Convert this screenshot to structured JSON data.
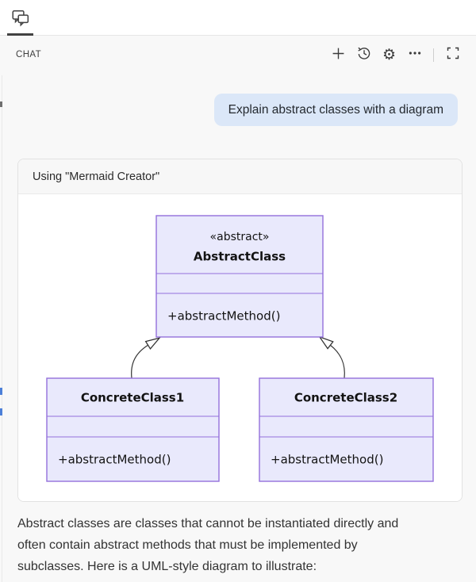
{
  "tabbar": {
    "active_tab_icon": "comment-discussion"
  },
  "panel_header": {
    "title": "CHAT",
    "action_icons": [
      "plus",
      "history",
      "gear",
      "ellipsis",
      "screen-full"
    ]
  },
  "glyphs": {
    "gear": "⚙"
  },
  "chat": {
    "user_message": "Explain abstract classes with a diagram",
    "tool_card": {
      "header": "Using \"Mermaid Creator\""
    },
    "response_paragraph": "Abstract classes are classes that cannot be instantiated directly and\noften contain abstract methods that must be implemented by\nsubclasses. Here is a UML-style diagram to illustrate:"
  },
  "diagram": {
    "type": "uml-class-diagram",
    "classes": [
      {
        "annotation": "«abstract»",
        "name": "AbstractClass",
        "attributes": [],
        "methods": [
          "+abstractMethod()"
        ]
      },
      {
        "name": "ConcreteClass1",
        "attributes": [],
        "methods": [
          "+abstractMethod()"
        ]
      },
      {
        "name": "ConcreteClass2",
        "attributes": [],
        "methods": [
          "+abstractMethod()"
        ]
      }
    ],
    "relations": [
      {
        "from": "ConcreteClass1",
        "to": "AbstractClass",
        "type": "inheritance"
      },
      {
        "from": "ConcreteClass2",
        "to": "AbstractClass",
        "type": "inheritance"
      }
    ],
    "colors": {
      "node_fill": "#e9e9fc",
      "node_border": "#9370db",
      "edge": "#333333"
    }
  }
}
